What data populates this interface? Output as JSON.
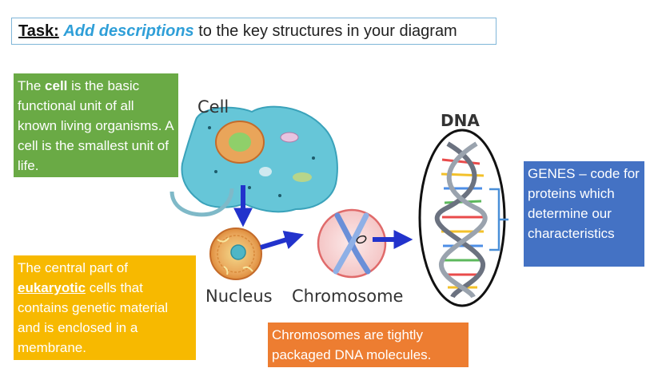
{
  "task": {
    "label": "Task:",
    "emphasis": "Add descriptions",
    "rest": " to the key structures in your diagram"
  },
  "cell_box": {
    "text_1": "The ",
    "highlight": "cell",
    "text_2": " is the basic functional unit of all known living organisms. A cell is the smallest unit of life."
  },
  "nucleus_box": {
    "text_1": "The central part of ",
    "highlight": "eukaryotic",
    "text_2": " cells that contains genetic material and is enclosed in a membrane."
  },
  "genes_box": {
    "text": "GENES – code for proteins which determine our characteristics"
  },
  "chromosome_box": {
    "text": "Chromosomes are tightly packaged DNA molecules."
  },
  "diagram": {
    "cell_label": "Cell",
    "nucleus_label": "Nucleus",
    "chromosome_label": "Chromosome",
    "dna_label": "DNA"
  },
  "colors": {
    "cell_box": "#6aaa45",
    "nucleus_box": "#f7b900",
    "genes_box": "#4472c4",
    "chromosome_box": "#ed7d31",
    "arrow": "#2233cc",
    "task_accent": "#2f9fd8"
  }
}
